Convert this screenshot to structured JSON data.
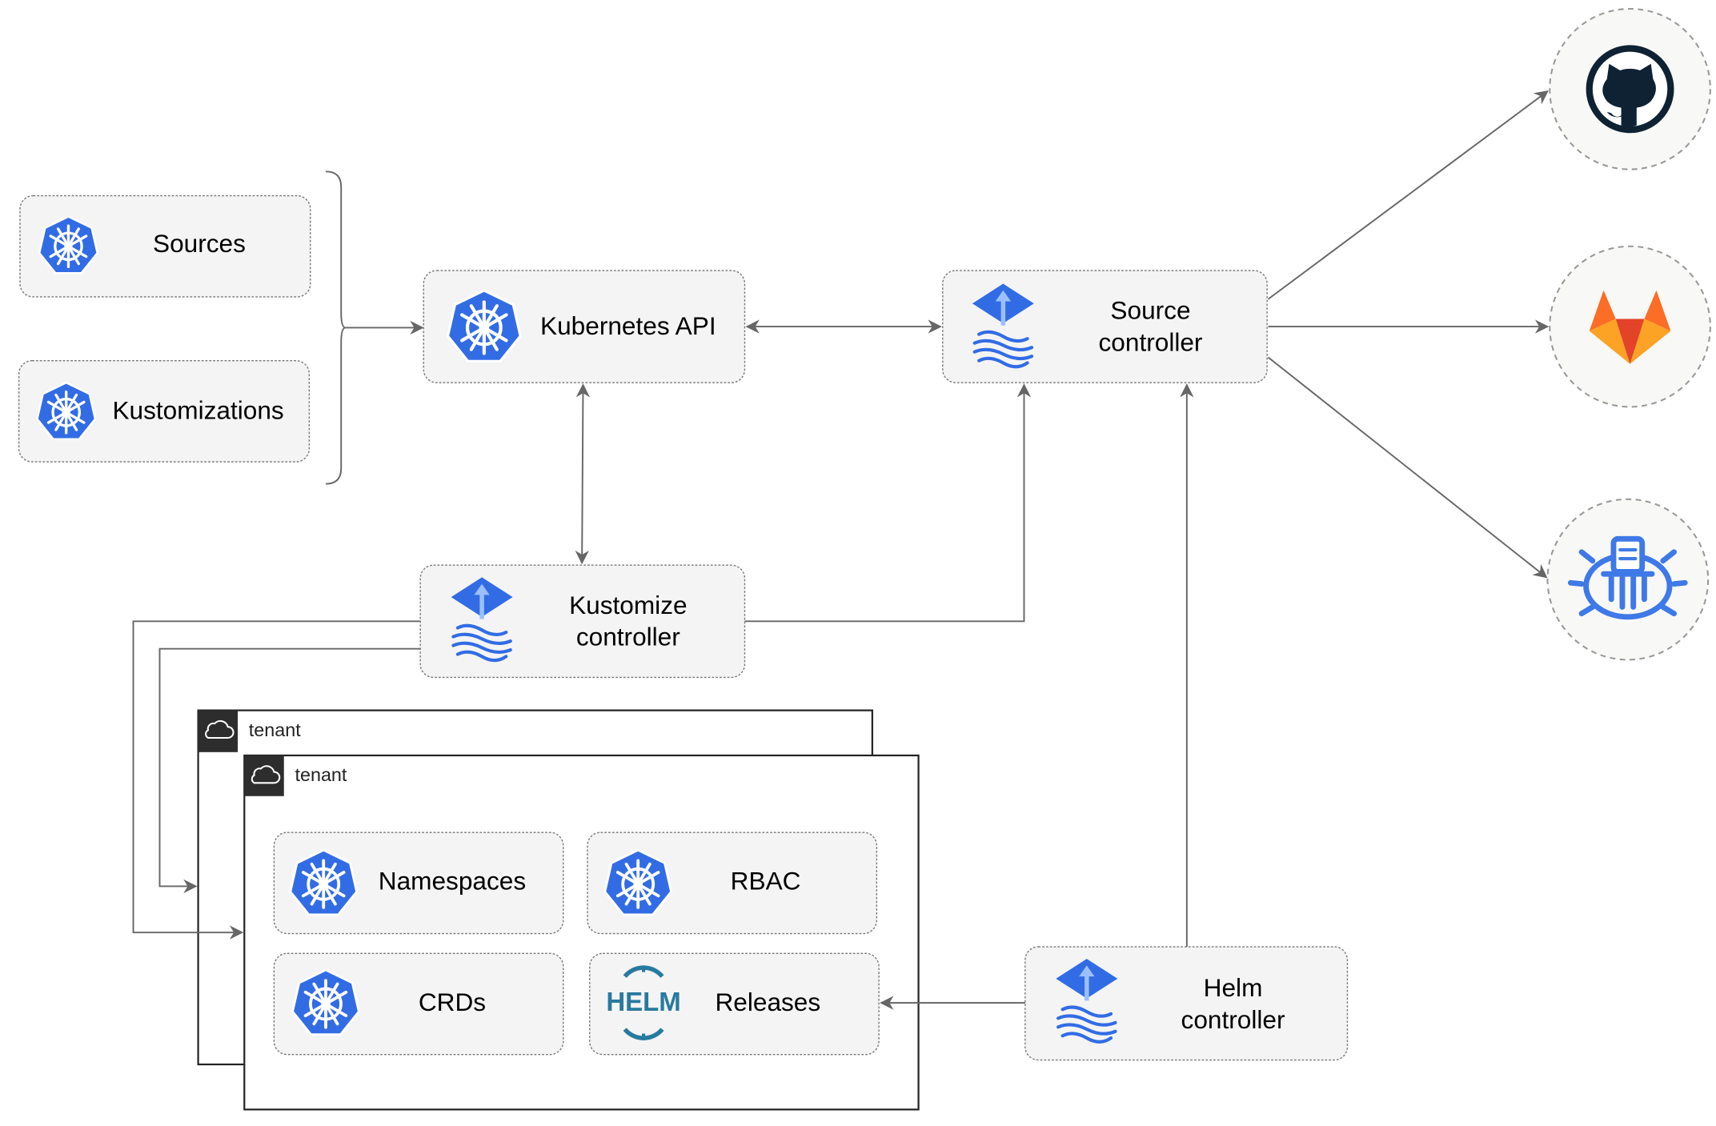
{
  "nodes": {
    "sources": "Sources",
    "kustomizations": "Kustomizations",
    "kubernetes_api": "Kubernetes API",
    "source_controller": [
      "Source",
      "controller"
    ],
    "kustomize_controller": [
      "Kustomize",
      "controller"
    ],
    "helm_controller": [
      "Helm",
      "controller"
    ],
    "namespaces": "Namespaces",
    "rbac": "RBAC",
    "crds": "CRDs",
    "releases": "Releases"
  },
  "tenants": [
    "tenant",
    "tenant"
  ],
  "helm_logo_text": "HELM",
  "external_sources": [
    "github-icon",
    "gitlab-icon",
    "helm-repository-icon"
  ],
  "colors": {
    "kubernetes_blue": "#326ce5",
    "gitlab_orange": "#e24329",
    "gitlab_light": "#fca326",
    "github_dark": "#0f2233",
    "helm_blue": "#277a9f"
  }
}
